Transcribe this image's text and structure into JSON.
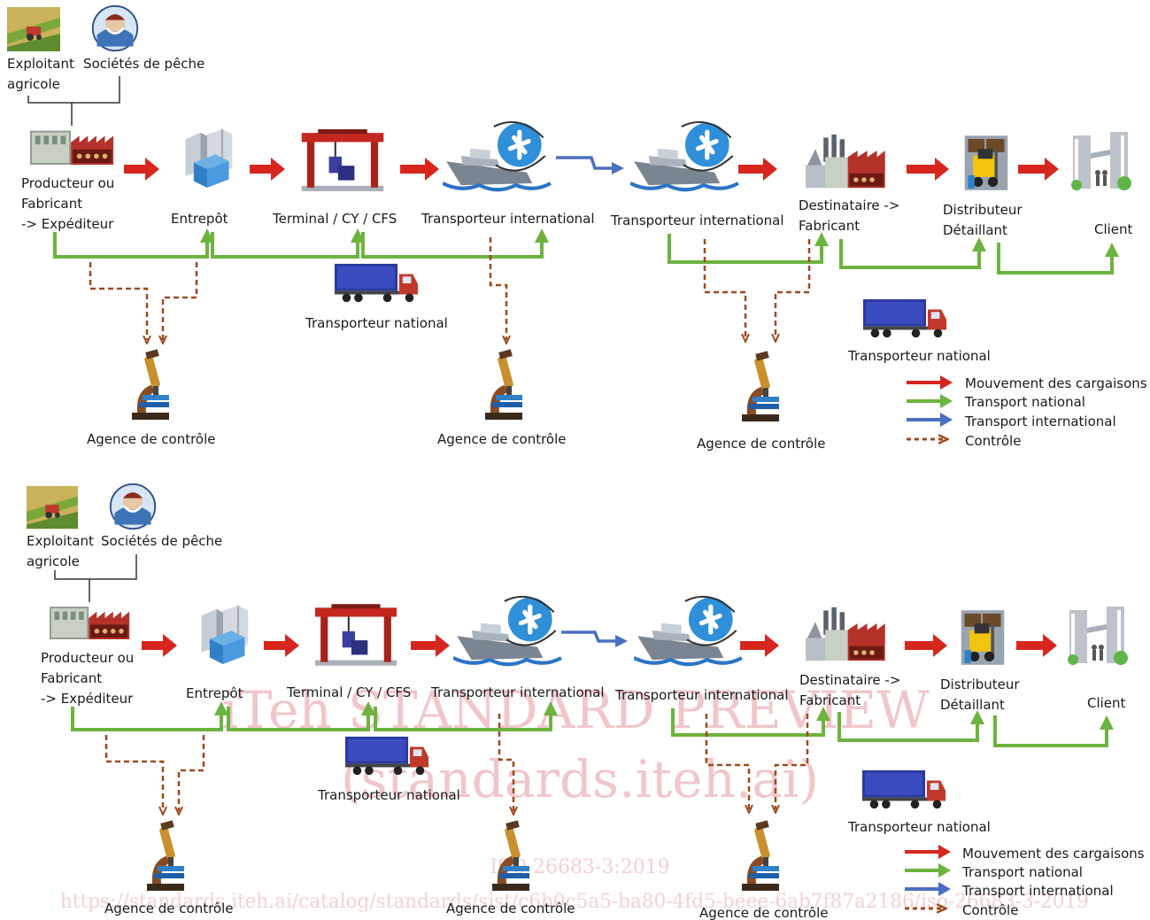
{
  "diagram": {
    "nodes": {
      "farmer": "Exploitant agricole",
      "farmer_l1": "Exploitant",
      "farmer_l2": "agricole",
      "fishing": "Sociétés de pêche",
      "producer_l1": "Producteur ou",
      "producer_l2": "Fabricant",
      "producer_l3": "-> Expéditeur",
      "warehouse": "Entrepôt",
      "terminal": "Terminal / CY / CFS",
      "intl_carrier": "Transporteur international",
      "dest_l1": "Destinataire ->",
      "dest_l2": "Fabricant",
      "dist_l1": "Distributeur",
      "dist_l2": "Détaillant",
      "client": "Client",
      "national_carrier": "Transporteur national",
      "control_agency": "Agence de contrôle"
    },
    "legend": [
      {
        "label": "Mouvement des cargaisons",
        "color": "#d7261e",
        "style": "solid"
      },
      {
        "label": "Transport national",
        "color": "#6db33f",
        "style": "solid"
      },
      {
        "label": "Transport international",
        "color": "#4a6fc2",
        "style": "solid"
      },
      {
        "label": "Contrôle",
        "color": "#9c4a20",
        "style": "dashed"
      }
    ]
  },
  "watermark": {
    "title": "iTeh STANDARD PREVIEW",
    "site": "(standards.iteh.ai)",
    "standard": "ISO 26683-3:2019",
    "url": "https://standards.iteh.ai/catalog/standards/sist/c6b0c5a5-ba80-4fd5-beee-6ab7f87a2186/iso-26683-3-2019"
  },
  "colors": {
    "cargo": "#d7261e",
    "national": "#6db33f",
    "international": "#4a6fc2",
    "control": "#9c4a20"
  }
}
